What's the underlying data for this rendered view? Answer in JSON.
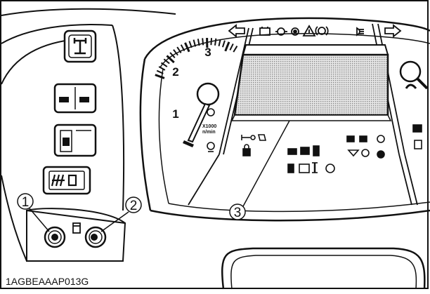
{
  "figure_code": "1AGBEAAAP013G",
  "callouts": [
    {
      "id": "1",
      "label": "1"
    },
    {
      "id": "2",
      "label": "2"
    },
    {
      "id": "3",
      "label": "3"
    }
  ],
  "tachometer": {
    "scale_labels": [
      "1",
      "2",
      "3"
    ],
    "unit_multiplier": "X1000",
    "unit": "n/min"
  },
  "colors": {
    "line": "#111111",
    "background": "#ffffff",
    "lcd_fill": "#d4d4d4"
  },
  "icons": [
    "turn-left-arrow-icon",
    "battery-icon",
    "oil-pressure-icon",
    "engine-icon",
    "warning-triangle-icon",
    "brake-icon",
    "headlight-icon",
    "turn-right-arrow-icon",
    "pto-icon",
    "fuel-icon",
    "seat-icon",
    "lock-icon",
    "steering-icon",
    "transmission-icon",
    "four-wheel-drive-icon",
    "parking-icon",
    "filter-icon",
    "gear-icon",
    "magnifier-icon",
    "hazard-switch-icon",
    "auto-switch-icon",
    "dpf-switch-icon"
  ]
}
